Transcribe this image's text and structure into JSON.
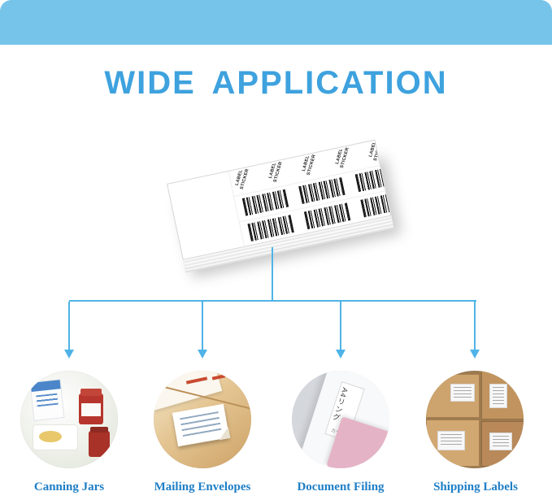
{
  "header": {
    "title": "WIDE APPLICATION"
  },
  "product": {
    "label_text": "LABEL STICKER"
  },
  "photos": {
    "document_filing": {
      "binder_label": "A4リング",
      "binder_sub": "カラー"
    }
  },
  "applications": [
    {
      "caption": "Canning Jars",
      "photo": "canning-jars-photo"
    },
    {
      "caption": "Mailing Envelopes",
      "photo": "mailing-envelopes-photo"
    },
    {
      "caption": "Document Filing",
      "photo": "document-filing-photo"
    },
    {
      "caption": "Shipping Labels",
      "photo": "shipping-labels-photo"
    }
  ],
  "colors": {
    "banner": "#76c4ea",
    "title": "#3ea2de",
    "connector": "#4fb3e8",
    "caption": "#1e7ec6"
  }
}
